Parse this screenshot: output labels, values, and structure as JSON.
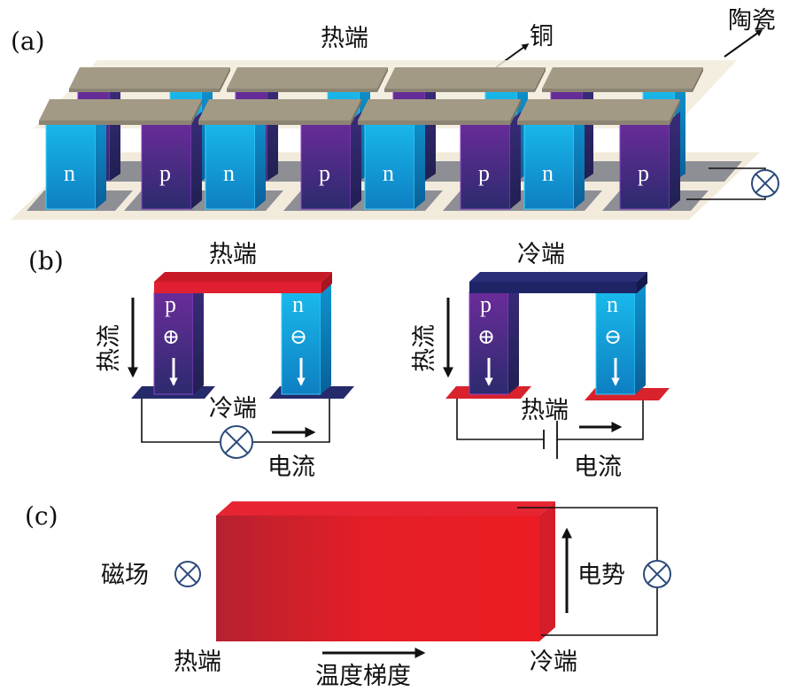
{
  "figure": {
    "panel_a": {
      "label": "(a)",
      "hot_end": "热端",
      "copper": "铜",
      "ceramic": "陶瓷",
      "legs": [
        "n",
        "p",
        "n",
        "p",
        "n",
        "p",
        "n",
        "p"
      ],
      "load_icon": "lamp-icon"
    },
    "panel_b": {
      "label": "(b)",
      "left": {
        "top_label": "热端",
        "bottom_label": "冷端",
        "heat_flow": "热流",
        "current": "电流",
        "p_leg": "p",
        "n_leg": "n",
        "p_charge": "⊕",
        "n_charge": "⊖",
        "load_icon": "lamp-icon"
      },
      "right": {
        "top_label": "冷端",
        "bottom_label": "热端",
        "heat_flow": "热流",
        "current": "电流",
        "p_leg": "p",
        "n_leg": "n",
        "p_charge": "⊕",
        "n_charge": "⊖",
        "source_icon": "battery-icon"
      }
    },
    "panel_c": {
      "label": "(c)",
      "magnetic_field": "磁场",
      "potential": "电势",
      "hot_end": "热端",
      "cold_end": "冷端",
      "temperature_gradient": "温度梯度"
    },
    "colors": {
      "n_type": "#16b0e6",
      "p_type": "#4a2b8c",
      "copper": "#a39a86",
      "ceramic": "#f2ebdc",
      "electrode": "#8d8f95",
      "hot": "#e21d2a",
      "cold": "#1e2466"
    }
  }
}
